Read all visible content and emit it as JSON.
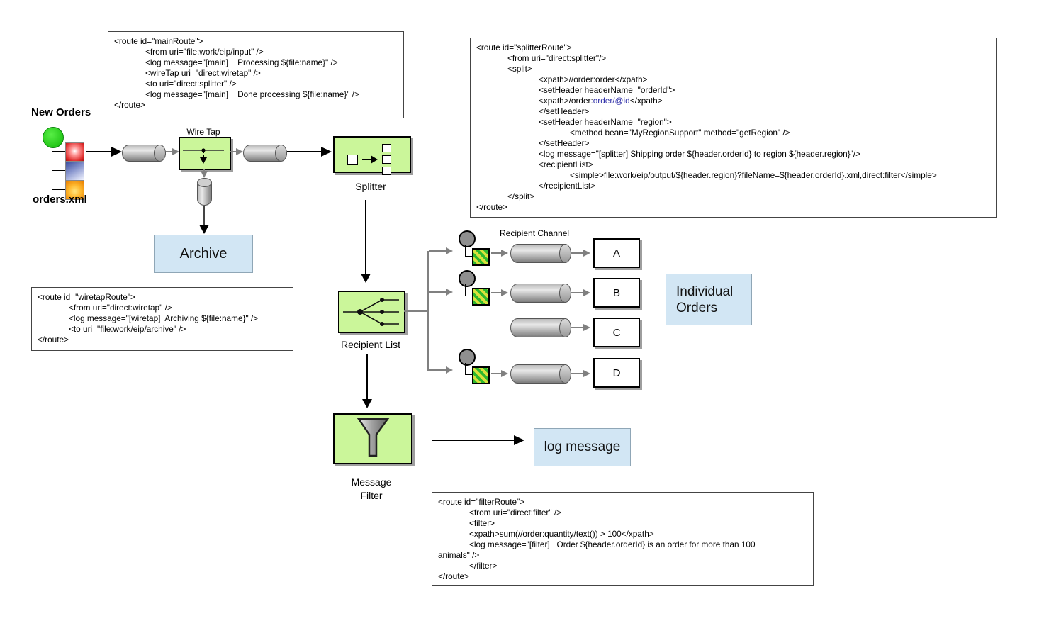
{
  "labels": {
    "new_orders": "New Orders",
    "orders_xml": "orders.xml",
    "wire_tap": "Wire Tap",
    "splitter": "Splitter",
    "archive": "Archive",
    "recipient_list": "Recipient List",
    "recipient_channel": "Recipient Channel",
    "individual_orders": "Individual Orders",
    "message_filter": "Message\nFilter",
    "log_message": "log message"
  },
  "recipients": {
    "rows": [
      {
        "label": "A",
        "marker": true
      },
      {
        "label": "B",
        "marker": true
      },
      {
        "label": "C",
        "marker": false
      },
      {
        "label": "D",
        "marker": true
      }
    ]
  },
  "colors": {
    "green_box": "#cbf69a",
    "blue_box": "#d2e6f4",
    "code_highlight": "#3333aa",
    "hatch_green": "#2eb82e",
    "hatch_yellow": "#d8e23c",
    "connector_gray": "#808080"
  },
  "code_boxes": {
    "main_route": {
      "lines": [
        {
          "i": 0,
          "t": "<route id=\"mainRoute\">"
        },
        {
          "i": 1,
          "t": "<from uri=\"file:work/eip/input\" />"
        },
        {
          "i": 1,
          "t": "<log message=\"[main]    Processing ${file:name}\" />"
        },
        {
          "i": 1,
          "t": "<wireTap uri=\"direct:wiretap\" />"
        },
        {
          "i": 1,
          "t": "<to uri=\"direct:splitter\" />"
        },
        {
          "i": 1,
          "t": "<log message=\"[main]    Done processing ${file:name}\" />"
        },
        {
          "i": 0,
          "t": "</route>"
        }
      ]
    },
    "splitter_route": {
      "lines": [
        {
          "i": 0,
          "t": "<route id=\"splitterRoute\">"
        },
        {
          "i": 1,
          "t": "<from uri=\"direct:splitter\"/>"
        },
        {
          "i": 1,
          "t": "<split>"
        },
        {
          "i": 2,
          "t": "<xpath>//order:order</xpath>"
        },
        {
          "i": 2,
          "t": "<setHeader headerName=\"orderId\">"
        },
        {
          "i": 2,
          "s": [
            {
              "t": "<xpath>/order:"
            },
            {
              "t": "order/@id",
              "c": "#3333aa"
            },
            {
              "t": "</xpath>"
            }
          ]
        },
        {
          "i": 2,
          "t": "</setHeader>"
        },
        {
          "i": 2,
          "t": "<setHeader headerName=\"region\">"
        },
        {
          "i": 3,
          "t": "<method bean=\"MyRegionSupport\" method=\"getRegion\" />"
        },
        {
          "i": 2,
          "t": "</setHeader>"
        },
        {
          "i": 2,
          "t": "<log message=\"[splitter] Shipping order ${header.orderId} to region ${header.region}\"/>"
        },
        {
          "i": 2,
          "t": "<recipientList>"
        },
        {
          "i": 3,
          "t": "<simple>file:work/eip/output/${header.region}?fileName=${header.orderId}.xml,direct:filter</simple>"
        },
        {
          "i": 2,
          "t": "</recipientList>"
        },
        {
          "i": 1,
          "t": "</split>"
        },
        {
          "i": 0,
          "t": "</route>"
        }
      ]
    },
    "wiretap_route": {
      "lines": [
        {
          "i": 0,
          "t": "<route id=\"wiretapRoute\">"
        },
        {
          "i": 1,
          "t": "<from uri=\"direct:wiretap\" />"
        },
        {
          "i": 1,
          "t": "<log message=\"[wiretap]  Archiving ${file:name}\" />"
        },
        {
          "i": 1,
          "t": "<to uri=\"file:work/eip/archive\" />"
        },
        {
          "i": 0,
          "t": "</route>"
        }
      ]
    },
    "filter_route": {
      "lines": [
        {
          "i": 0,
          "t": "<route id=\"filterRoute\">"
        },
        {
          "i": 1,
          "t": "<from uri=\"direct:filter\" />"
        },
        {
          "i": 1,
          "t": "<filter>"
        },
        {
          "i": 1,
          "t": "<xpath>sum(//order:quantity/text()) > 100</xpath>"
        },
        {
          "i": 1,
          "t": "<log message=\"[filter]   Order ${header.orderId} is an order for more than 100"
        },
        {
          "i": 0,
          "t": "animals\" />"
        },
        {
          "i": 1,
          "t": "</filter>"
        },
        {
          "i": 0,
          "t": "</route>"
        }
      ]
    }
  }
}
